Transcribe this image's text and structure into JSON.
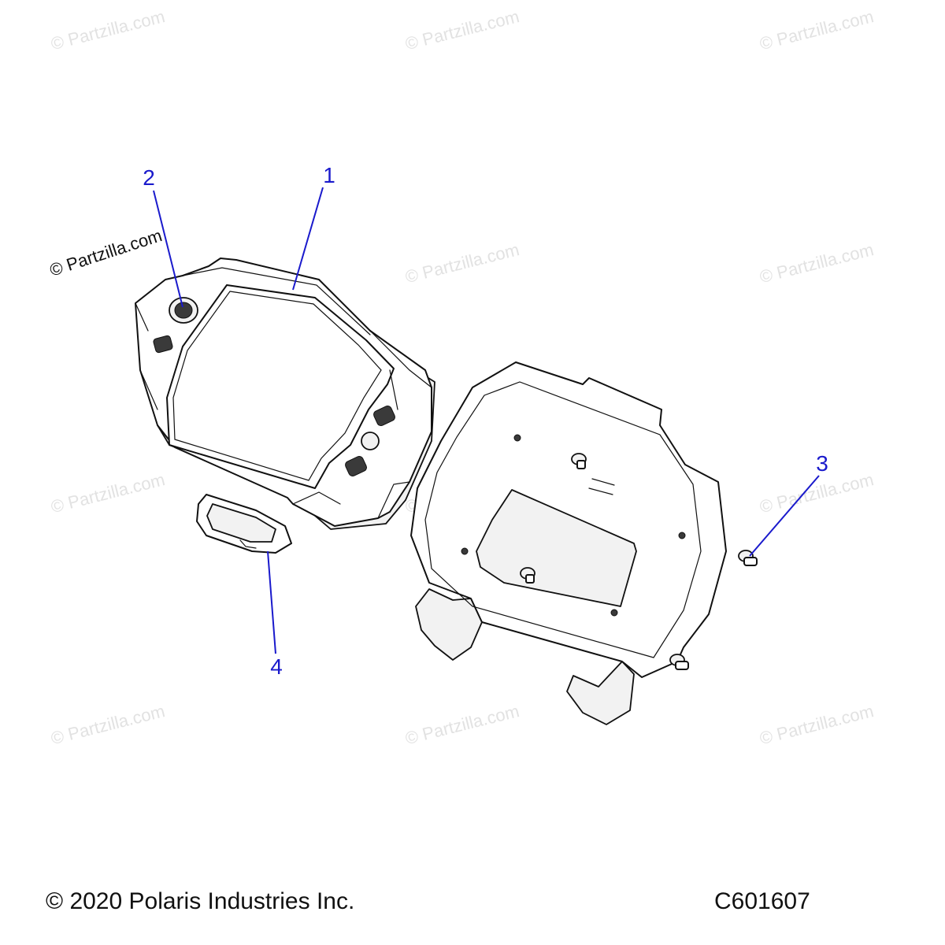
{
  "watermark": {
    "text": "© Partzilla.com",
    "color": "#e2e2e2",
    "feature_color": "#111111"
  },
  "callouts": {
    "color": "#1a1acc",
    "items": [
      {
        "label": "1",
        "part": "instrument cluster display"
      },
      {
        "label": "2",
        "part": "button cap"
      },
      {
        "label": "3",
        "part": "screw"
      },
      {
        "label": "4",
        "part": "connector boot"
      }
    ]
  },
  "footer": {
    "copyright": "© 2020 Polaris Industries Inc.",
    "code": "C601607"
  }
}
